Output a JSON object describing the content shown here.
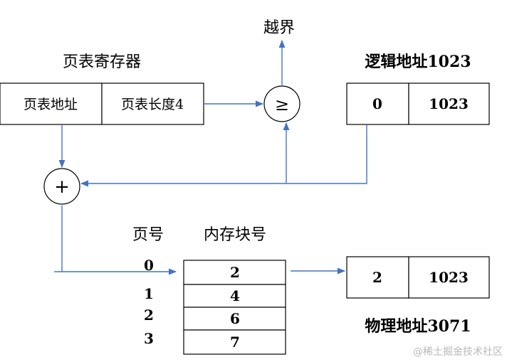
{
  "labels": {
    "overflow": "越界",
    "page_table_register": "页表寄存器",
    "logical_address": "逻辑地址1023",
    "page_number": "页号",
    "memory_block_number": "内存块号",
    "physical_address": "物理地址3071"
  },
  "register": {
    "table_address": "页表地址",
    "table_length": "页表长度4"
  },
  "logical": {
    "page": "0",
    "offset": "1023"
  },
  "physical": {
    "block": "2",
    "offset": "1023"
  },
  "operators": {
    "compare": "≥",
    "add": "+"
  },
  "page_rows": [
    {
      "page": "0",
      "block": "2"
    },
    {
      "page": "1",
      "block": "4"
    },
    {
      "page": "2",
      "block": "6"
    },
    {
      "page": "3",
      "block": "7"
    }
  ],
  "watermark": "@稀土掘金技术社区",
  "colors": {
    "arrow": "#4472c4",
    "border": "#000000"
  }
}
